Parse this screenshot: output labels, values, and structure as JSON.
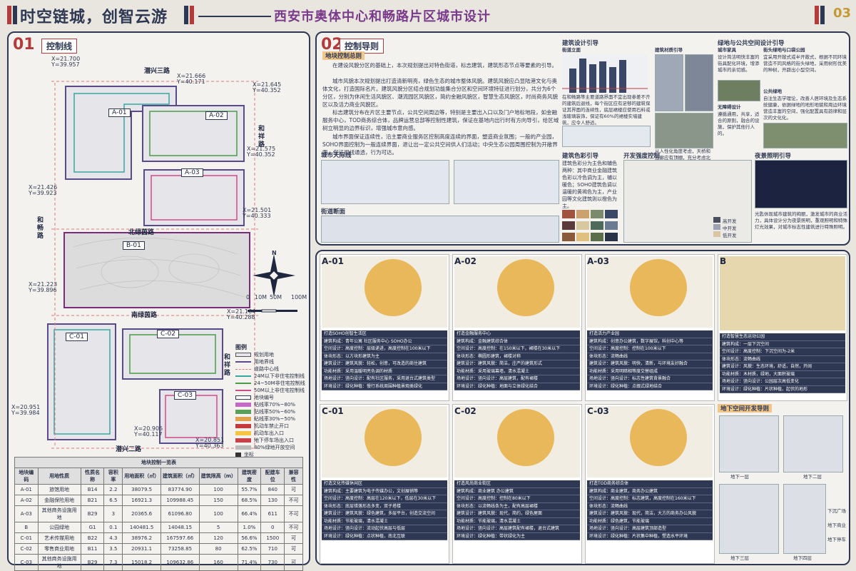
{
  "header": {
    "slogan": "时空链城，创智云游",
    "title": "西安市奥体中心和畅路片区城市设计",
    "page_no": "03"
  },
  "left": {
    "sec_no": "01",
    "sec_name": "控制线",
    "roads": {
      "r1": "潜兴三路",
      "r2": "北绿茵路",
      "r3": "南绿茵路",
      "r4": "潜兴二路",
      "r5": "和祥路",
      "r6": "和祥路",
      "r7": "和畅路"
    },
    "plots": [
      "A-01",
      "A-02",
      "A-03",
      "B-01",
      "C-01",
      "C-02",
      "C-03"
    ],
    "coords": [
      "X=21.700",
      "Y=39.957",
      "X=21.666",
      "Y=40.171",
      "X=21.645",
      "Y=40.352",
      "X=21.575",
      "Y=40.352",
      "X=21.426",
      "Y=39.923",
      "X=21.501",
      "Y=40.333",
      "X=21.223",
      "Y=39.896",
      "X=21.164",
      "Y=40.288",
      "X=20.951",
      "Y=39.984",
      "X=20.905",
      "Y=40.117",
      "X=20.851",
      "Y=40.363"
    ],
    "scale": [
      "0",
      "10M",
      "50M",
      "100M"
    ],
    "north": "N",
    "legend_title": "图例",
    "legend": [
      "规划用地",
      "用地界线",
      "道路中心线",
      "24M以下非住宅控制线",
      "24~50M非住宅控制线",
      "50M以上非住宅控制线",
      "地块编号",
      "贴线率70%~80%",
      "贴线率50%~60%",
      "贴线率30%~50%",
      "机动车禁止开口",
      "机动车出入口",
      "地下停车场出入口",
      "80%绿地开放空间",
      "坐标"
    ],
    "table": {
      "title": "地块控制一览表",
      "headers": [
        "地块编码",
        "用地性质",
        "性质名称",
        "容积率",
        "用地面积（㎡）",
        "建筑面积（㎡）",
        "建筑限高（m）",
        "建筑密度",
        "配建车位",
        "兼容性"
      ],
      "rows": [
        [
          "A-01",
          "旅馆用地",
          "B14",
          "2.2",
          "38079.5",
          "83774.90",
          "100",
          "55.7%",
          "840",
          "可"
        ],
        [
          "A-02",
          "金融保险用地",
          "B21",
          "6.5",
          "16921.3",
          "109988.45",
          "150",
          "68.5%",
          "130",
          "不可"
        ],
        [
          "A-03",
          "其他商务设施用地",
          "B29",
          "3",
          "20365.6",
          "61096.80",
          "100",
          "66.4%",
          "611",
          "不可"
        ],
        [
          "B",
          "公园绿地",
          "G1",
          "0.1",
          "140481.5",
          "14048.15",
          "5",
          "1.0%",
          "0",
          "不可"
        ],
        [
          "C-01",
          "艺术传媒用地",
          "B22",
          "4.3",
          "38976.2",
          "167597.66",
          "120",
          "56.6%",
          "1500",
          "可"
        ],
        [
          "C-02",
          "零售商业用地",
          "B11",
          "3.5",
          "20931.1",
          "73258.85",
          "80",
          "62.5%",
          "710",
          "可"
        ],
        [
          "C-03",
          "其他商务设施用地",
          "B29",
          "7.3",
          "15018.2",
          "109632.86",
          "160",
          "71.4%",
          "730",
          "可"
        ]
      ]
    }
  },
  "right_top": {
    "sec_no": "02",
    "sec_name": "控制导则",
    "sub": "地块控制总则",
    "paras": [
      "在建设风貌分区的基础上，本次规划提出对特色街道，标志建筑，建筑形态节点等要素的引导。",
      "城市风貌本次规划提出打造清新明亮，绿色生态的城市整体风貌。建筑风貌应凸显陆港文化与奥体文化，打造国际名片。建筑风貌分区结合规划功能集合分区和空间环境特征进行划分，共分为6个分区，分别为休闲生活风貌区、潮流园区风貌区，简约金融风貌区，智慧生态风貌区，时尚商务风貌区以及活力商业风貌区。",
      "标志建筑分布在片区主要节点，公共空间周边等，特别是主要出入口以及门户地标地段，如金融服务中心，TOD商务综合体，品牌运营总部等控制性建筑，保证在基地内出行时有方向导引，给区域树立明显的边界标识，增强城市意向感。",
      "城市界面保证连续性，沿主要商业服务区控制高度连续的界面，塑造商业氛围；一般的产业园，SOHO界面控制为一般连续界面，退让出一定公共空间供人们活动；中央生态公园周围控制为开敞界面，保证视线通透，行为可达。"
    ],
    "blocks": [
      "城市天际线",
      "街道断面",
      "建筑设计引导",
      "街道立面",
      "建筑材质引导",
      "绿地与公共空间设计引导",
      "城市家具",
      "街头绿地与口袋公园",
      "公共绿地",
      "无障碍设计",
      "建筑色彩引导",
      "开发强度控制",
      "夜景照明引导"
    ],
    "facade_note": "在和畅路等主要道路界面不宜出现参差不齐的建筑后退线，每个街区应有足够的建筑保证其界面的连续性，底层裙楼应使用石料或浅玻璃装饰，保证有60%的裙楼实墙建筑，应令人舒适。",
    "material_note": "从人性化角度考虑，天桥和连廊应有顶棚，充分考虑北陆暑日。",
    "furniture_note": "设计简洁明快丰富的街具配化环境，增添城市的亲切感。",
    "pocket_note": "宜采用开敞式或半开敞式，根据不同环境营造不同风格的街头绿地，采用树形优美的种树，开辟出小型空间。",
    "park_note": "自注生态学理论，改善人居环境及生态系统健康，依据绿地的地形地貌和周边环境营造丰富的空间，强化配置具有韵律和层次的文化化。",
    "barrier_note": "遵循通用，共享，适合的原则，融合的设施，保护其他行人的。",
    "color_note": "建筑色彩分为主色和辅色两种：其中商业金融建筑色彩以冷色调为主，辅以暖色；SOHO建筑色调以温暖的黄褐色为主，产业园等文化建筑则以橙色为主。",
    "intensity": [
      "高开发",
      "中开发",
      "低开发"
    ],
    "night_note": "光匙休现城市建筑的绚丽，激发城市的商业活力，具体设计分为夜景照明，重观照明和特殊灯光效果，对城市标志性建筑进行特殊照明。"
  },
  "plots_section": {
    "cards": [
      {
        "id": "A-01",
        "target": "打造SOHO创智生活区",
        "rows": [
          "建筑构成：青年公寓 社区服务中心 SOHO办公",
          "空间设计：高度控制：层级递进，高度控制在100米以下",
          "体块形态：以方块形建筑为主",
          "建筑设计：建筑风貌：轻松，创意，可改造的商住建筑",
          "功能材质：采用温暖明亮色调的材质",
          "场地设计：竖向设计：配有社区服务，采用退台式建筑类型",
          "环境设计：绿化种植：慢行系统周围种植景观类绿化"
        ]
      },
      {
        "id": "A-02",
        "target": "打造金融服务中心",
        "rows": [
          "建筑构成：金融建筑综合体",
          "空间设计：高度控制：在150米以下，裙楼在30米以下",
          "体块形态：椭圆形建筑，裙楼对称",
          "建筑设计：建筑风貌：简洁，庄严的建筑形式",
          "功能材质：采用玻璃幕墙，清水混凝土",
          "场地设计：竖向设计：高层建筑，配有裙楼",
          "环境设计：绿化种植：地面与立体绿化结合"
        ]
      },
      {
        "id": "A-03",
        "target": "打造活力产业园",
        "rows": [
          "建筑构成：创意办公建筑，数字展馆，科创中心等",
          "空间设计：高度控制：控制在100米以下",
          "体块形态：流畅曲线",
          "建筑设计：建筑风貌：明快，清新，与环境友好融合",
          "功能材质：采用明暗相等度交替组成",
          "场地设计：竖向设计：标志性建筑背景融合",
          "环境设计：绿化种植：点缀式绿地结合"
        ]
      },
      {
        "id": "B",
        "target": "打造智慧生态运动公园",
        "rows": [
          "建筑构成：一层下沉空间",
          "空间设计：高度控制：下沉空间为-2米",
          "体块形态：流畅曲线",
          "建筑设计：风貌：生态环境，舒适，自然，开阔",
          "功能材质：木材质，绿地，大面积玻璃",
          "场地设计：竖向设计：公园层次高低变化",
          "环境设计：绿化种植：片状种植，起伏的地形"
        ]
      },
      {
        "id": "C-01",
        "target": "打造文化传媒休闲区",
        "rows": [
          "建筑构成：主要建筑为电子传媒办公，文创展销等",
          "空间设计：高度控制：高层在120米以下，低层在30米以下",
          "体块形态：底层错落形态多变，双子塔楼",
          "建筑设计：建筑风貌：绿色建筑，多层平台，创造交流空间",
          "功能材质：节能玻璃，清水混凝土",
          "场地设计：竖向设计：流动起伏高层与低层",
          "环境设计：绿化种植：点状种植，南北互联"
        ]
      },
      {
        "id": "C-02",
        "target": "打造风尚商业街区",
        "rows": [
          "建筑构成：商业建筑 办公建筑",
          "空间设计：高度控制：控制在80米以下",
          "体块形态：以流畅线条为主，配有高层裙楼",
          "建筑设计：建筑风貌：现代，简约，绿色屋面",
          "功能材质：节能玻璃，清水混凝土",
          "场地设计：竖向设计：高层建筑配有裙楼，退台式建筑",
          "环境设计：绿化种植：带状绿化为主"
        ]
      },
      {
        "id": "C-03",
        "target": "打造TOD商务综合体",
        "rows": [
          "建筑构成：商业建筑，商务办公建筑",
          "空间设计：高度控制：标志建筑，高度控制在160米以下",
          "体块形态：流畅曲线",
          "建筑设计：建筑风貌：现代，简洁，大方的商务办公风貌",
          "功能材质：绿色建筑，节能玻璃",
          "场地设计：竖向设计：高层建筑顶部造型",
          "环境设计：绿化种植：片状集中种植，塑造水平环境"
        ]
      }
    ],
    "underground": {
      "title": "地下空间开发导则",
      "labels": [
        "地下一层",
        "地下二层",
        "地下三层",
        "地下四层"
      ],
      "legend": [
        "下沉广场",
        "地下商业",
        "地下停车"
      ]
    }
  }
}
